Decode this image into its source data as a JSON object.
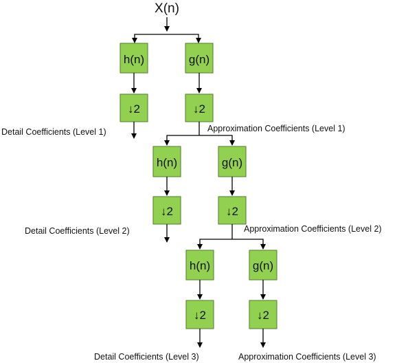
{
  "input": "X(n)",
  "filters": {
    "high": "h(n)",
    "low": "g(n)",
    "downsample": "↓2"
  },
  "outputs": [
    {
      "detail": "Detail Coefficients (Level 1)",
      "approximation": "Approximation Coefficients (Level 1)"
    },
    {
      "detail": "Detail Coefficients (Level 2)",
      "approximation": "Approximation Coefficients (Level 2)"
    },
    {
      "detail": "Detail Coefficients (Level 3)",
      "approximation": "Approximation Coefficients (Level 3)"
    }
  ],
  "colors": {
    "box_fill": "#92d050",
    "box_border": "#4e7b2a"
  }
}
